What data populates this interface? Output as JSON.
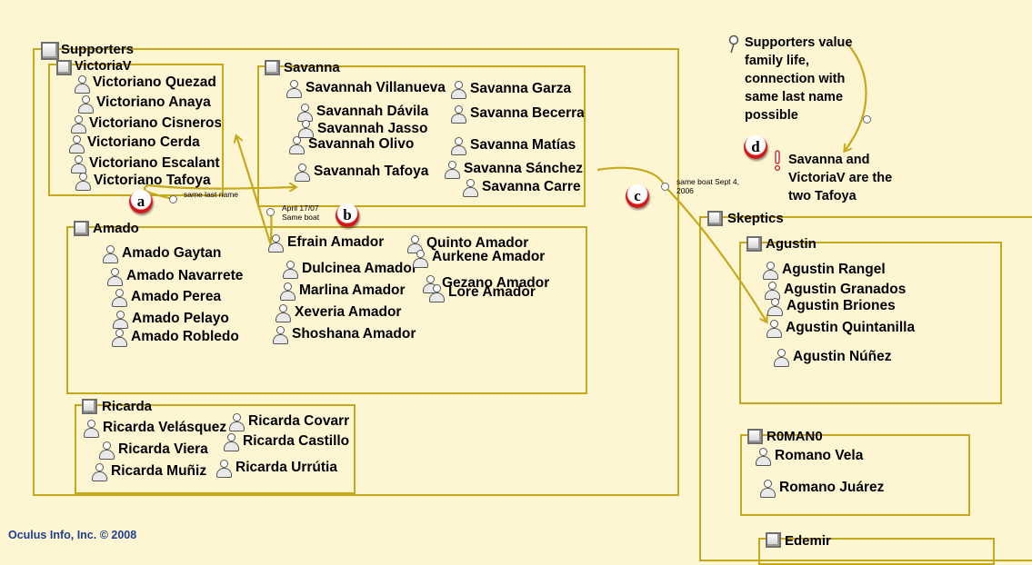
{
  "colors": {
    "background": "#fef6d3",
    "border": "#c6a81d",
    "arrow": "#c6a81d",
    "badge": "#d21818",
    "footer": "#1f3f8f"
  },
  "groups": {
    "supporters": {
      "title": "Supporters"
    },
    "victoriav": {
      "title": "VictoriaV",
      "members": [
        "Victoriano Quezad",
        "Victoriano Anaya",
        "Victoriano Cisneros",
        "Victoriano Cerda",
        "Victoriano Escalant",
        "Victoriano Tafoya"
      ]
    },
    "savanna": {
      "title": "Savanna",
      "left": [
        "Savannah Villanueva",
        "Savannah Dávila",
        "Savannah Jasso",
        "Savannah Olivo",
        "Savannah Tafoya"
      ],
      "right": [
        "Savanna Garza",
        "Savanna Becerra",
        "Savanna Matías",
        "Savanna Sánchez",
        "Savanna Carre"
      ]
    },
    "amado": {
      "title": "Amado",
      "col1": [
        "Amado Gaytan",
        "Amado Navarrete",
        "Amado Perea",
        "Amado Pelayo",
        "Amado Robledo"
      ],
      "col2": [
        "Efrain Amador",
        "Dulcinea Amador",
        "Marlina Amador",
        "Xeveria Amador",
        "Shoshana Amador"
      ],
      "col3": [
        "Quinto Amador",
        "Aurkene Amador",
        "Gezano Amador",
        "Lore Amador"
      ]
    },
    "ricarda": {
      "title": "Ricarda",
      "col1": [
        "Ricarda Velásquez",
        "Ricarda Viera",
        "Ricarda Muñiz"
      ],
      "col2": [
        "Ricarda Covarr",
        "Ricarda Castillo",
        "Ricarda Urrútia"
      ]
    },
    "skeptics": {
      "title": "Skeptics"
    },
    "agustin": {
      "title": "Agustin",
      "members": [
        "Agustin Rangel",
        "Agustin Granados",
        "Agustin Briones",
        "Agustin Quintanilla",
        "Agustin Núñez"
      ]
    },
    "romano": {
      "title": "R0MAN0",
      "members": [
        "Romano Vela",
        "Romano Juárez"
      ]
    },
    "edemir": {
      "title": "Edemir"
    }
  },
  "annotations": {
    "a": {
      "letter": "a",
      "text": "same last name"
    },
    "b": {
      "letter": "b",
      "line1": "April 17/07",
      "line2": "Same boat"
    },
    "c": {
      "letter": "c",
      "line1": "same boat Sept 4,",
      "line2": "2006"
    },
    "d": {
      "letter": "d",
      "text": "Savanna and VictoriaV are the two Tafoya"
    }
  },
  "note": {
    "text": "Supporters value family life, connection with same last name possible"
  },
  "footer": {
    "text": "Oculus Info, Inc. © 2008"
  }
}
